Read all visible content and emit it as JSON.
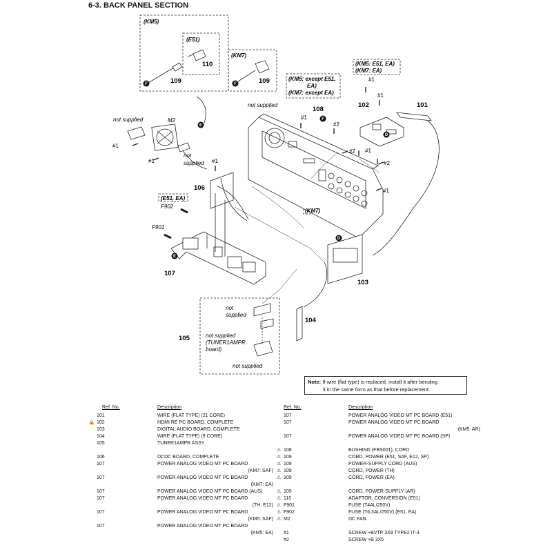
{
  "title": "6-3.   BACK PANEL SECTION",
  "callouts": {
    "c101": "101",
    "c102": "102",
    "c103": "103",
    "c104": "104",
    "c105": "105",
    "c106": "106",
    "c107": "107",
    "c108": "108",
    "c109a": "109",
    "c109b": "109",
    "c110": "110"
  },
  "labels": {
    "km5": "(KM5)",
    "e51": "(E51)",
    "km7": "(KM7)",
    "km5_except": "(KM5: except E51,",
    "ea_close": "EA)",
    "km7_except": "(KM7: except EA)",
    "km5_e51_ea": "(KM5: E51, EA)",
    "km7_ea": "(KM7: EA)",
    "not_supplied_1": "not supplied",
    "m2": "M2",
    "not_supplied_2": "not supplied",
    "not_supplied_3a": "not",
    "not_supplied_3b": "supplied",
    "e51_ea": "(E51, EA)",
    "f902": "F902",
    "f901": "F901",
    "km7_small": "(KM7)",
    "ns4a": "not",
    "ns4b": "supplied",
    "ns5a": "not supplied",
    "ns5b": "(TUNER1AMPR",
    "ns5c": "board)",
    "ns6": "not supplied",
    "h1a": "#1",
    "h1b": "#1",
    "h1c": "#1",
    "h1d": "#1",
    "h1e": "#1",
    "h1f": "#1",
    "h1g": "#1",
    "h1h": "#1",
    "h2a": "#2",
    "h2b": "#2",
    "h2c": "#2",
    "circ_f1": "F",
    "circ_f2": "F",
    "circ_f3": "F",
    "circ_e1": "E",
    "circ_e2": "E",
    "circ_d1": "D",
    "circ_d2": "D"
  },
  "note": {
    "prefix": "Note:",
    "line1": " If wire (flat type) is replaced, install it after bending",
    "line2": "it in the same form as that before replacement."
  },
  "parts_headers": {
    "ref": "Ref. No.",
    "desc": "Description"
  },
  "parts_left": [
    {
      "mark": "",
      "ref": "101",
      "desc": "WIRE (FLAT TYPE) (21 CORE)",
      "sub": ""
    },
    {
      "mark": "lock",
      "ref": "102",
      "desc": "HDMI RE PC BOARD, COMPLETE",
      "sub": ""
    },
    {
      "mark": "",
      "ref": "103",
      "desc": "DIGITAL AUDIO BOARD, COMPLETE",
      "sub": ""
    },
    {
      "mark": "",
      "ref": "104",
      "desc": "WIRE (FLAT TYPE) (9 CORE)",
      "sub": ""
    },
    {
      "mark": "",
      "ref": "105",
      "desc": "TUNER1AMPR ASSY",
      "sub": ""
    },
    {
      "mark": "",
      "ref": "",
      "desc": "",
      "sub": ""
    },
    {
      "mark": "",
      "ref": "106",
      "desc": "DCDC BOARD, COMPLETE",
      "sub": ""
    },
    {
      "mark": "",
      "ref": "107",
      "desc": "POWER ANALOG VIDEO MT PC BOARD",
      "sub": "(KM7: SAF)"
    },
    {
      "mark": "",
      "ref": "107",
      "desc": "POWER ANALOG VIDEO MT PC BOARD",
      "sub": "(KM7: EA)"
    },
    {
      "mark": "",
      "ref": "107",
      "desc": "POWER ANALOG VIDEO MT PC BOARD (AUS)",
      "sub": ""
    },
    {
      "mark": "",
      "ref": "107",
      "desc": "POWER ANALOG VIDEO MT PC BOARD",
      "sub": "(TH, E12)"
    },
    {
      "mark": "",
      "ref": "107",
      "desc": "POWER ANALOG VIDEO MT PC BOARD",
      "sub": "(KM5: SAF)"
    },
    {
      "mark": "",
      "ref": "107",
      "desc": "POWER ANALOG VIDEO MT PC BOARD",
      "sub": "(KM5: EA)"
    }
  ],
  "parts_right": [
    {
      "mark": "",
      "ref": "107",
      "desc": "POWER ANALOG VIDEO MT PC BOARD (E51)",
      "sub": ""
    },
    {
      "mark": "",
      "ref": "107",
      "desc": "POWER ANALOG VIDEO MT PC BOARD",
      "sub": "(KM5: AR)"
    },
    {
      "mark": "",
      "ref": "107",
      "desc": "POWER ANALOG VIDEO MT PC BOARD (SP)",
      "sub": ""
    },
    {
      "mark": "",
      "ref": "",
      "desc": "",
      "sub": ""
    },
    {
      "mark": "warn",
      "ref": "108",
      "desc": "BUSHING (FBS001), CORD",
      "sub": ""
    },
    {
      "mark": "warn",
      "ref": "109",
      "desc": "CORD, POWER (E51, SAF, E12, SP)",
      "sub": ""
    },
    {
      "mark": "warn",
      "ref": "109",
      "desc": "POWER-SUPPLY CORD (AUS)",
      "sub": ""
    },
    {
      "mark": "warn",
      "ref": "109",
      "desc": "CORD, POWER (TH)",
      "sub": ""
    },
    {
      "mark": "warn",
      "ref": "109",
      "desc": "CORD, POWER (EA)",
      "sub": ""
    },
    {
      "mark": "",
      "ref": "",
      "desc": "",
      "sub": ""
    },
    {
      "mark": "warn",
      "ref": "109",
      "desc": "CORD, POWER-SUPPLY (AR)",
      "sub": ""
    },
    {
      "mark": "warn",
      "ref": "110",
      "desc": "ADAPTOR, CONVERSION (E51)",
      "sub": ""
    },
    {
      "mark": "warn",
      "ref": "F901",
      "desc": "FUSE (T4AL/250V)",
      "sub": ""
    },
    {
      "mark": "warn",
      "ref": "F902",
      "desc": "FUSE (T6.3AL/250V) (E51, EA)",
      "sub": ""
    },
    {
      "mark": "warn",
      "ref": "M2",
      "desc": "DC FAN",
      "sub": ""
    },
    {
      "mark": "",
      "ref": "",
      "desc": "",
      "sub": ""
    },
    {
      "mark": "",
      "ref": "#1",
      "desc": "SCREW +BVTP 3X8 TYPE2 IT-3",
      "sub": ""
    },
    {
      "mark": "",
      "ref": "#2",
      "desc": "SCREW +B 3X5",
      "sub": ""
    }
  ]
}
